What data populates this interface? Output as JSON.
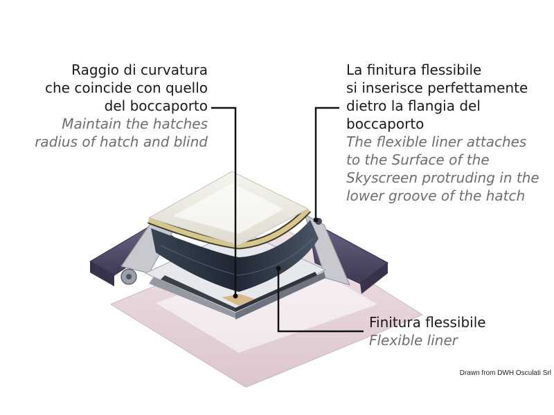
{
  "callouts": {
    "radius": {
      "it": [
        "Raggio di curvatura",
        "che coincide con quello",
        "del boccaporto"
      ],
      "en": [
        "Maintain the hatches",
        "radius of hatch and blind"
      ]
    },
    "flange": {
      "it": [
        "La finitura flessibile",
        "si inserisce perfettamente",
        "dietro la flangia del",
        "boccaporto"
      ],
      "en": [
        "The flexible liner attaches",
        "to the Surface of the",
        "Skyscreen protruding in the",
        "lower groove of the hatch"
      ]
    },
    "liner": {
      "it": [
        "Finitura flessibile"
      ],
      "en": [
        "Flexible liner"
      ]
    }
  },
  "credit": "Drawn from DWH Osculati Srl",
  "colors": {
    "text": "#1a1a1a",
    "translation": "#6e6e6e",
    "leader": "#111111",
    "frame": "#4e4a66",
    "liner": "#2e3846",
    "rim": "#c8b880",
    "pink_plate": "#e8d6dc"
  }
}
